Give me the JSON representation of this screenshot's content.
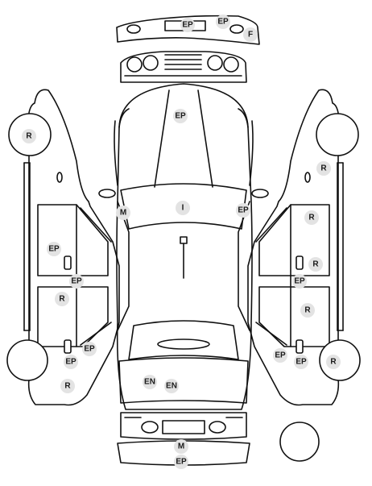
{
  "diagram": {
    "type": "vehicle-damage-inspection-diagram",
    "views": [
      "front-bumper",
      "grille",
      "left-side",
      "top",
      "right-side",
      "rear",
      "rear-bumper",
      "spare-wheel"
    ],
    "colors": {
      "line": "#111111",
      "marker_bg": "#e3e3e3",
      "marker_text": "#1a1a1a"
    }
  },
  "markers": {
    "front_plate": "EP",
    "front_bumper": "EP",
    "front_bumper_corner": "F",
    "hood": "EP",
    "left_front_wheel": "R",
    "windshield": "I",
    "left_mirror": "M",
    "right_mirror": "EP",
    "left_front_door": "EP",
    "left_front_sill": "EP",
    "left_rear_door": "R",
    "left_rear_handle": "EP",
    "left_rear_quarter": "EP",
    "left_rear_wheel": "R",
    "trunk_left": "EN",
    "trunk_right": "EN",
    "right_front_wheel": "R",
    "right_front_door": "R",
    "right_front_handle": "R",
    "right_front_sill": "EP",
    "right_rear_door": "R",
    "right_rear_quarter": "EP",
    "right_rear_handle": "EP",
    "right_rear_wheel": "R",
    "rear_bumper_mid": "M",
    "rear_bumper_low": "EP"
  }
}
